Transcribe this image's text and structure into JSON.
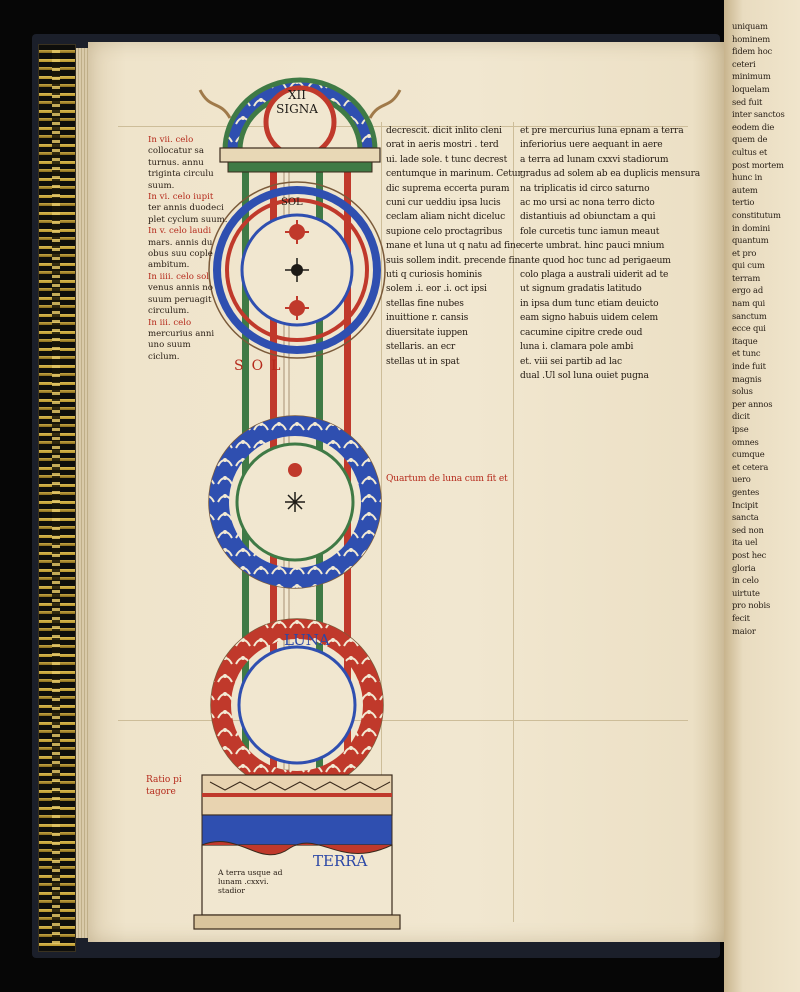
{
  "manuscript": {
    "top_label": "XII SIGNA",
    "sol_ring": "SOL",
    "sol_label": "SOL",
    "luna_label": "LUNA",
    "terra_label": "TERRA",
    "ratio_label": "Ratio pi tagore",
    "margin_notes": [
      "In vii. celo",
      "collocatur sa",
      "turnus. annu",
      "triginta circulu",
      "suum.",
      "In vi. celo iupit",
      "ter annis duodeci",
      "plet cyclum suum.",
      "In v. celo laudi",
      "mars. annis du",
      "obus suu cople",
      "ambitum.",
      "In iiii. celo sol",
      "venus annis no",
      "suum peruagit",
      "circulum.",
      "In iii. celo",
      "mercurius anni",
      "uno suum",
      "ciclum."
    ],
    "column_left": [
      "decrescit. dicit inlito cleni",
      "orat in aeris mostri . terd",
      "ui. lade sole. t tunc decrest",
      "centumque in marinum. Cetur",
      "dic suprema eccerta puram",
      "cuni cur ueddiu ipsa lucis",
      "ceclam aliam nicht diceluc",
      "supione celo proctagribus",
      "mane et luna ut q natu ad fine",
      "suis sollem indit. precende fin",
      "uti q curiosis hominis",
      "solem .i. eor .i. oct ipsi",
      "stellas fine nubes",
      "inuittione r. cansis",
      "diuersitate iuppen",
      "stellaris. an ecr",
      "stellas ut in spat"
    ],
    "column_right": [
      "et pre mercurius luna epnam a terra",
      "inferiorius uere aequant in aere",
      "a terra ad lunam cxxvi stadiorum",
      "gradus ad solem ab ea duplicis mensura",
      "na triplicatis id circo saturno",
      "ac mo ursi ac nona terro dicto",
      "distantiuis ad obiunctam a qui",
      "fole curcetis tunc iamun meaut",
      "certe umbrat. hinc pauci mnium",
      "ante quod hoc tunc ad perigaeum",
      "colo plaga a australi uiderit ad te",
      "ut signum gradatis latitudo",
      "in ipsa dum tunc etiam deuicto",
      "eam signo habuis uidem celem",
      "cacumine cipitre crede oud",
      "luna i. clamara pole ambi",
      "et. viii sei partib ad lac",
      "dual .Ul sol luna ouiet pugna"
    ],
    "rubric": "Quartum de luna cum fit et",
    "ratio_note": "A terra usque ad lunam .cxxvi. stadior"
  },
  "facing_page": [
    "uniquam",
    "hominem",
    "fidem hoc",
    "ceteri",
    "minimum",
    "loquelam",
    "sed fuit",
    "inter sanctos",
    "eodem die",
    "quem de",
    "cultus et",
    "post mortem",
    "hunc in",
    "autem",
    "tertio",
    "constitutum",
    "in domini",
    "quantum",
    "et pro",
    "qui cum",
    "terram",
    "ergo ad",
    "nam qui",
    "sanctum",
    "ecce qui",
    "itaque",
    "et tunc",
    "inde fuit",
    "magnis",
    "solus",
    "per annos",
    "dicit",
    "ipse",
    "omnes",
    "cumque",
    "et cetera",
    "uero",
    "gentes",
    "Incipit",
    "sancta",
    "sed non",
    "ita uel",
    "post hec",
    "gloria",
    "in celo",
    "uirtute",
    "pro nobis",
    "fecit",
    "maior"
  ],
  "colors": {
    "red": "#b52a1c",
    "blue": "#2b47a6",
    "green": "#3f7a45",
    "parchment": "#f1e7d0",
    "ink": "#231a12",
    "gold": "#d9bb55"
  }
}
